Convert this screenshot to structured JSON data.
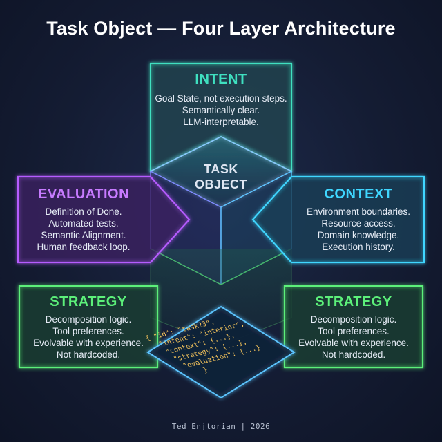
{
  "title": "Task Object — Four Layer Architecture",
  "center": {
    "line1": "TASK",
    "line2": "OBJECT"
  },
  "layers": {
    "intent": {
      "title": "INTENT",
      "lines": [
        "Goal State, not execution steps.",
        "Semantically clear.",
        "LLM-interpretable."
      ],
      "color": "#3fe0c0"
    },
    "evaluation": {
      "title": "EVALUATION",
      "lines": [
        "Definition of Done.",
        "Automated tests.",
        "Semantic Alignment.",
        "Human feedback loop."
      ],
      "color": "#b65cff"
    },
    "context": {
      "title": "CONTEXT",
      "lines": [
        "Environment boundaries.",
        "Resource access.",
        "Domain knowledge.",
        "Execution history."
      ],
      "color": "#3fd6ff"
    },
    "strategy_left": {
      "title": "STRATEGY",
      "lines": [
        "Decomposition logic.",
        "Tool preferences.",
        "Evolvable with experience.",
        "Not hardcoded."
      ],
      "color": "#5cf07a"
    },
    "strategy_right": {
      "title": "STRATEGY",
      "lines": [
        "Decomposition logic.",
        "Tool preferences.",
        "Evolvable with experience.",
        "Not hardcoded."
      ],
      "color": "#5cf07a"
    }
  },
  "code_lines": [
    "{ \"id\": \"task23\",",
    "\"intent\": \"interior\",",
    "\"context\": {...},",
    "\"strategy\": {...},",
    "\"evaluation\": {...}",
    "}"
  ],
  "footer": "Ted Enjtorian | 2026"
}
